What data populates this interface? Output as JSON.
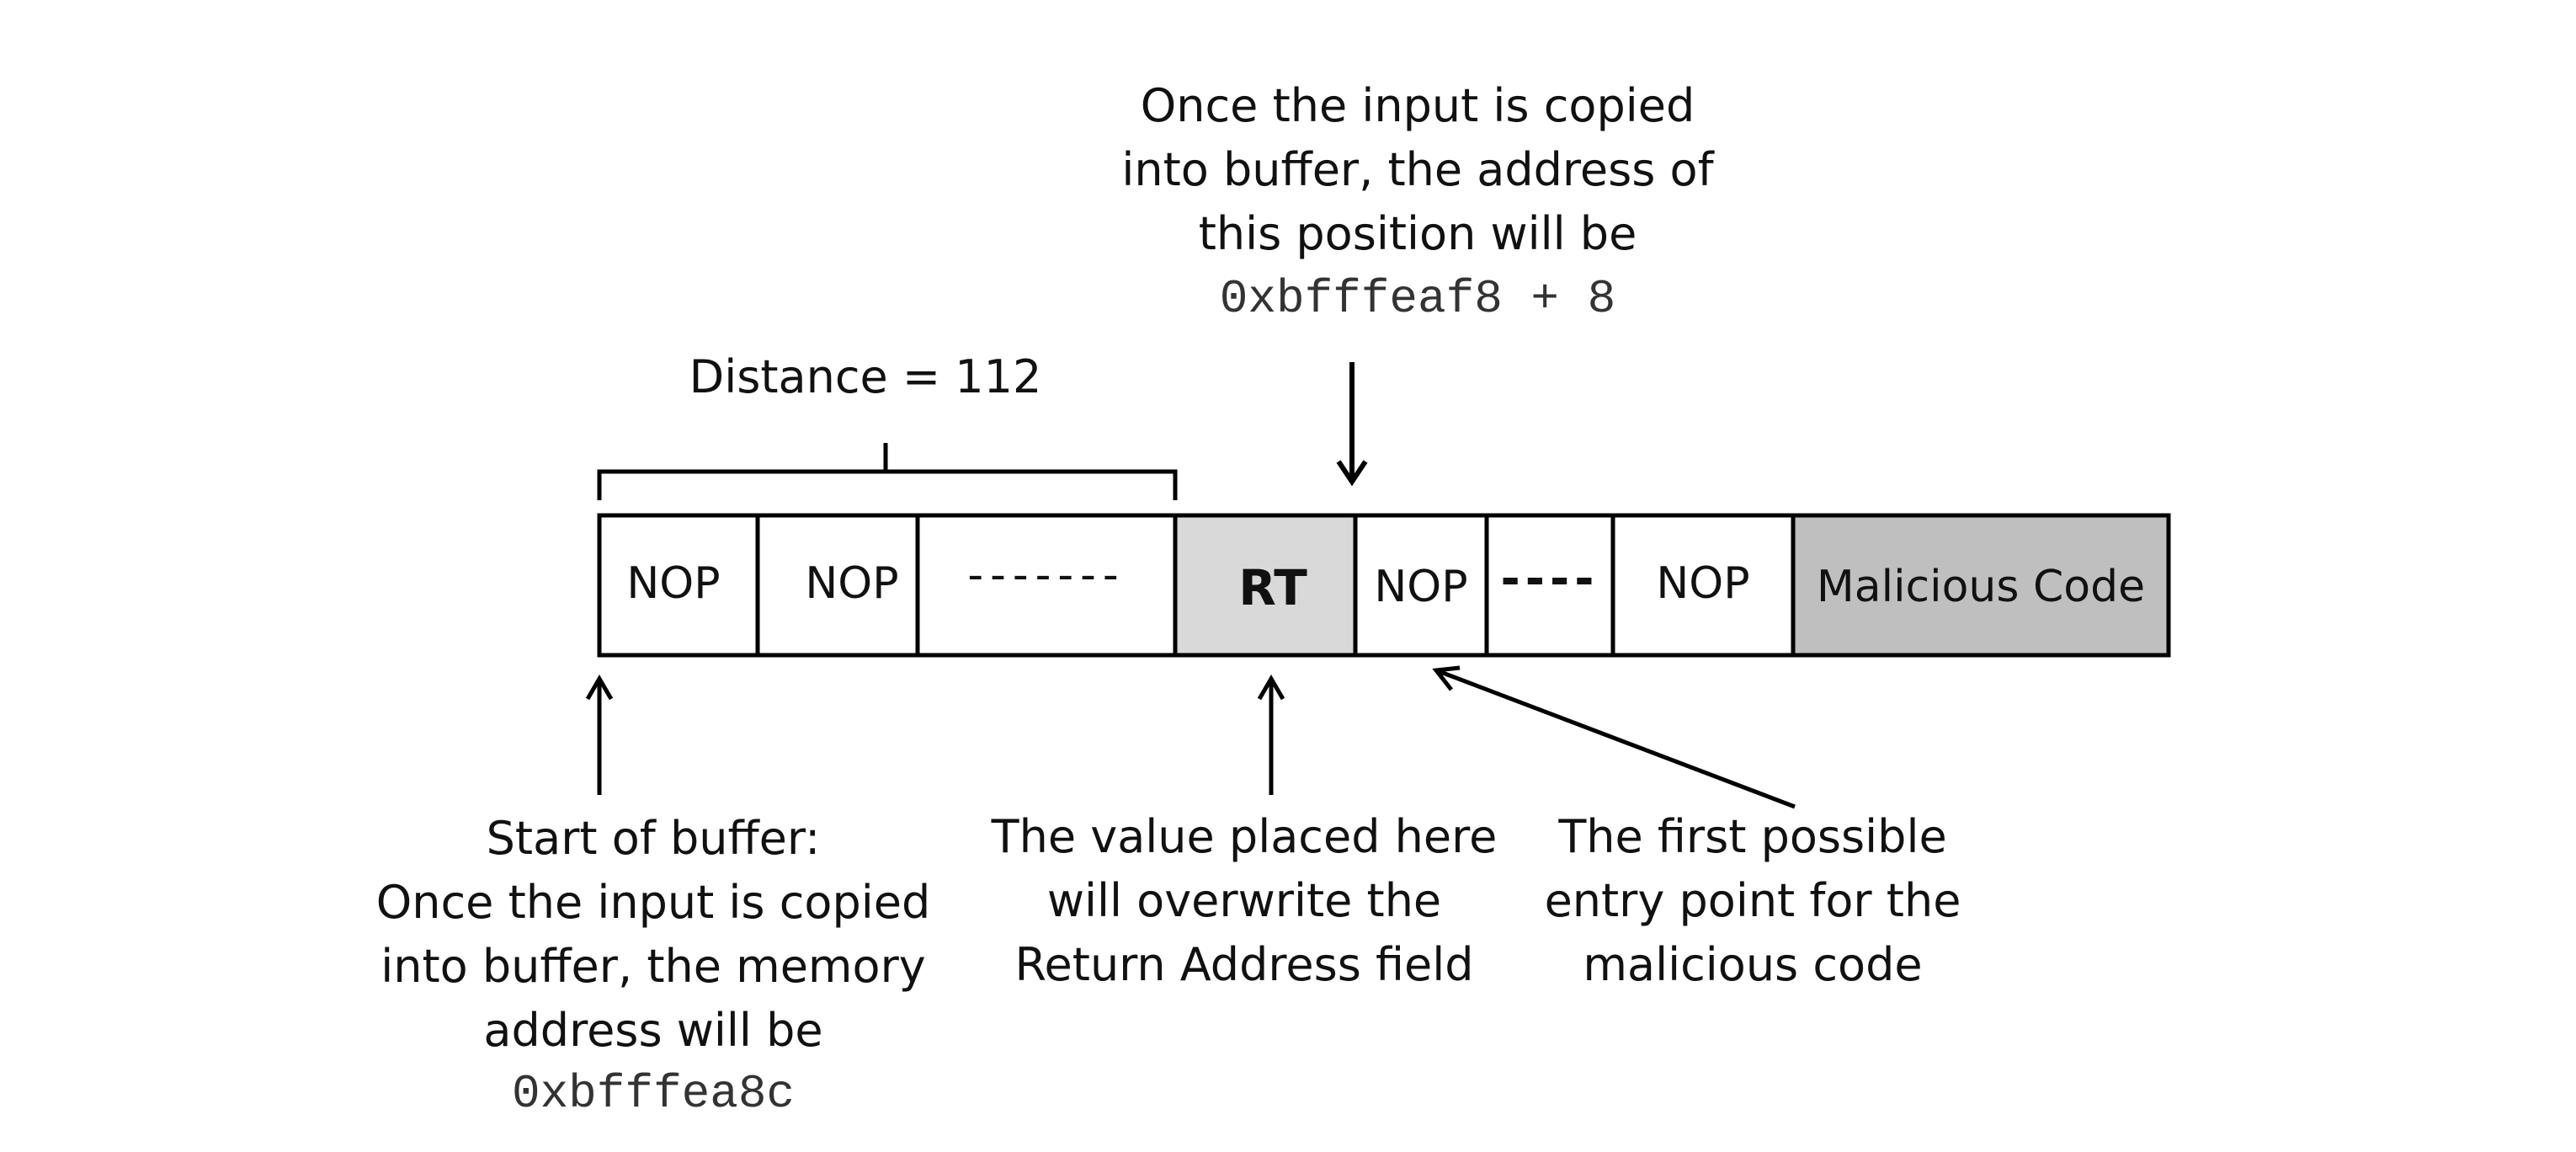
{
  "top_annotation": {
    "lines": [
      "Once the input is copied",
      "into buffer, the address of",
      "this position will be"
    ],
    "address": "0xbfffeaf8 + 8"
  },
  "distance_label": "Distance = 112",
  "cells": [
    {
      "id": "nop-1",
      "label": "NOP"
    },
    {
      "id": "nop-2",
      "label": "NOP"
    },
    {
      "id": "gap-1",
      "label": "-------"
    },
    {
      "id": "rt",
      "label": "RT"
    },
    {
      "id": "nop-3",
      "label": "NOP"
    },
    {
      "id": "gap-2",
      "label": "----"
    },
    {
      "id": "nop-4",
      "label": "NOP"
    },
    {
      "id": "malicious",
      "label": "Malicious Code"
    }
  ],
  "bottom_left_annotation": {
    "lines": [
      "Start of buffer:",
      "Once the input is copied",
      "into buffer, the memory",
      "address will be"
    ],
    "address": "0xbfffea8c"
  },
  "bottom_middle_annotation": {
    "lines": [
      "The value placed here",
      "will overwrite the",
      "Return Address field"
    ]
  },
  "bottom_right_annotation": {
    "lines": [
      "The first possible",
      "entry point for the",
      "malicious code"
    ]
  },
  "colors": {
    "rt_fill": "#d9d9d9",
    "malicious_fill": "#bfbfbf",
    "stroke": "#000000"
  }
}
